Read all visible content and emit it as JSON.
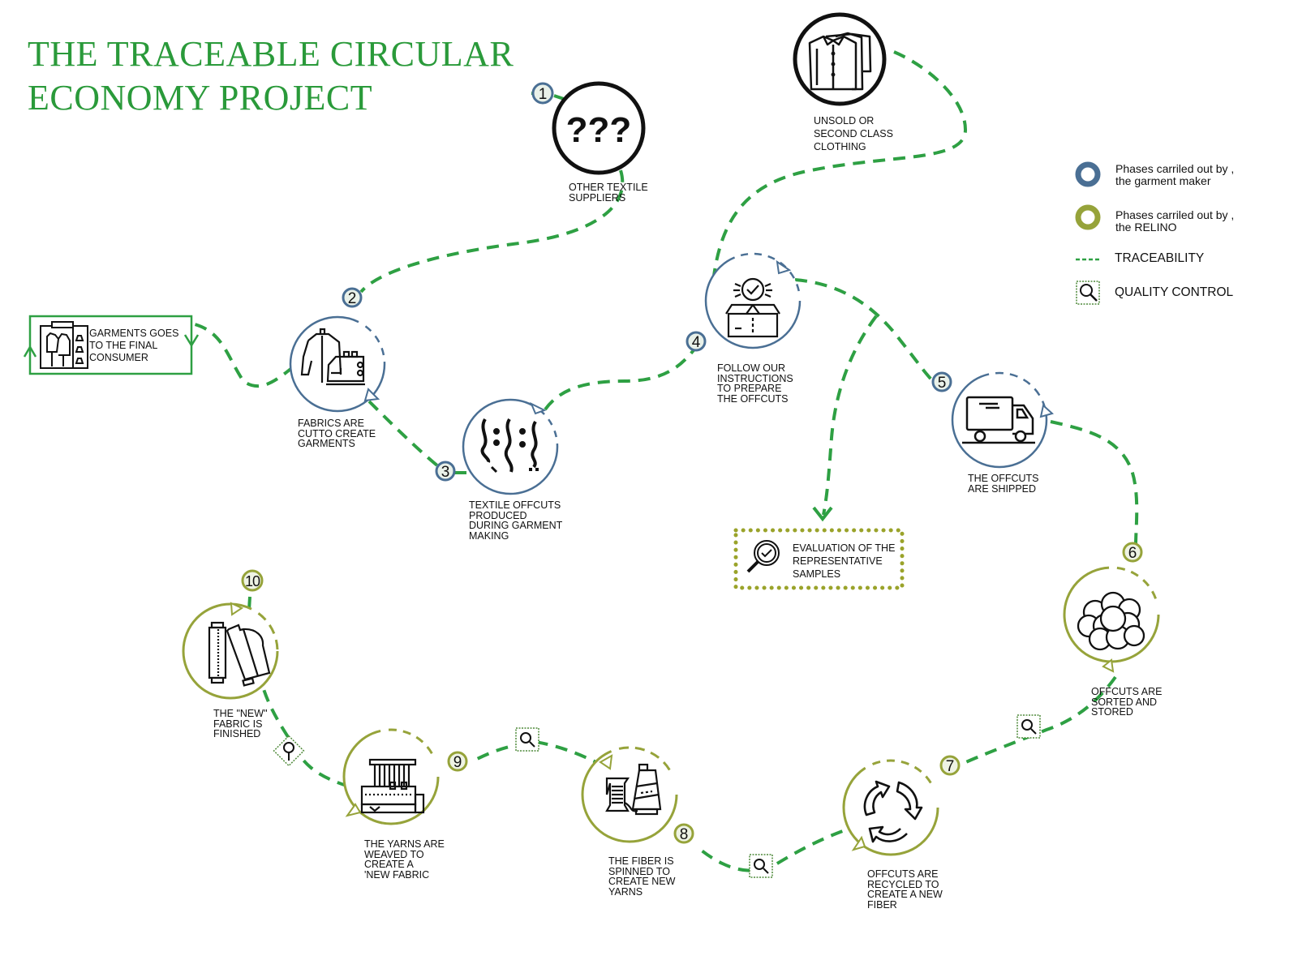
{
  "title": {
    "line1": "THE TRACEABLE CIRCULAR",
    "line2": "ECONOMY PROJECT"
  },
  "colors": {
    "title_green": "#2a9a3a",
    "traceability_green": "#2ea043",
    "garment_maker_blue": "#4a6f94",
    "relino_olive": "#96a33a",
    "quality_box_green": "#4f8a3a",
    "evaluation_dots": "#9aa32a",
    "neutral_black": "#111111"
  },
  "legend": {
    "garment_maker": "Phases carriled out by ,\nthe garment maker",
    "relino": "Phases carriled out by ,\nthe RELINO",
    "traceability": "TRACEABILITY",
    "quality_control": "QUALITY CONTROL"
  },
  "nodes": {
    "other_suppliers": {
      "icon": "question-marks-icon",
      "label": "OTHER TEXTILE\nSUPPLIERS"
    },
    "unsold_clothing": {
      "icon": "clothing-rack-icon",
      "label": "UNSOLD OR\nSECOND CLASS\nCLOTHING"
    },
    "final_consumer": {
      "icon": "shop-window-icon",
      "label": " GARMENTS GOES\nTO THE FINAL\nCONSUMER"
    },
    "evaluation": {
      "icon": "magnifier-check-icon",
      "label": "EVALUATION OF THE\nREPRESENTATIVE\nSAMPLES"
    }
  },
  "steps": [
    {
      "number": "1",
      "owner": "garment_maker",
      "label": ""
    },
    {
      "number": "2",
      "owner": "garment_maker",
      "icon": "sewing-machine-icon",
      "label": "FABRICS ARE\nCUTTO CREATE\nGARMENTS"
    },
    {
      "number": "3",
      "owner": "garment_maker",
      "icon": "textile-offcuts-icon",
      "label": "TEXTILE OFFCUTS\nPRODUCED\nDURING GARMENT\nMAKING"
    },
    {
      "number": "4",
      "owner": "garment_maker",
      "icon": "box-check-icon",
      "label": "FOLLOW OUR\nINSTRUCTIONS\nTO PREPARE\nTHE OFFCUTS"
    },
    {
      "number": "5",
      "owner": "garment_maker",
      "icon": "delivery-truck-icon",
      "label": "THE OFFCUTS\nARE SHIPPED"
    },
    {
      "number": "6",
      "owner": "relino",
      "icon": "cotton-bales-icon",
      "label": "OFFCUTS ARE\nSORTED AND\nSTORED"
    },
    {
      "number": "7",
      "owner": "relino",
      "icon": "recycle-icon",
      "label": "OFFCUTS ARE\nRECYCLED TO\nCREATE A NEW\nFIBER"
    },
    {
      "number": "8",
      "owner": "relino",
      "icon": "yarn-spool-icon",
      "label": "THE FIBER IS\nSPINNED TO\nCREATE NEW\nYARNS"
    },
    {
      "number": "9",
      "owner": "relino",
      "icon": "loom-icon",
      "label": "THE YARNS ARE\nWEAVED TO\nCREATE A\n'NEW FABRIC"
    },
    {
      "number": "10",
      "owner": "relino",
      "icon": "fabric-rolls-icon",
      "label": "THE \"NEW\"\nFABRIC IS\nFINISHED"
    }
  ]
}
